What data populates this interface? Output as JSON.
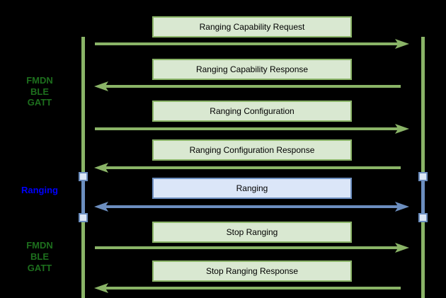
{
  "labels": {
    "fmdn_top": {
      "line1": "FMDN",
      "line2": "BLE",
      "line3": "GATT"
    },
    "ranging": "Ranging",
    "fmdn_bottom": {
      "line1": "FMDN",
      "line2": "BLE",
      "line3": "GATT"
    }
  },
  "messages": [
    {
      "label": "Ranging Capability Request",
      "direction": "left-to-right",
      "theme": "green"
    },
    {
      "label": "Ranging Capability Response",
      "direction": "right-to-left",
      "theme": "green"
    },
    {
      "label": "Ranging Configuration",
      "direction": "left-to-right",
      "theme": "green"
    },
    {
      "label": "Ranging Configuration Response",
      "direction": "right-to-left",
      "theme": "green"
    },
    {
      "label": "Ranging",
      "direction": "bidirectional",
      "theme": "blue"
    },
    {
      "label": "Stop Ranging",
      "direction": "left-to-right",
      "theme": "green"
    },
    {
      "label": "Stop Ranging Response",
      "direction": "right-to-left",
      "theme": "green"
    }
  ],
  "colors": {
    "background": "#000000",
    "green_line": "#8ab467",
    "green_fill": "#d9e8d1",
    "dark_green_text": "#1d6f1d",
    "blue_line": "#6c8ebf",
    "blue_fill": "#dbe6f8",
    "blue_text": "#0000ff",
    "handle_fill": "#dce7f6",
    "message_text": "#000000"
  }
}
